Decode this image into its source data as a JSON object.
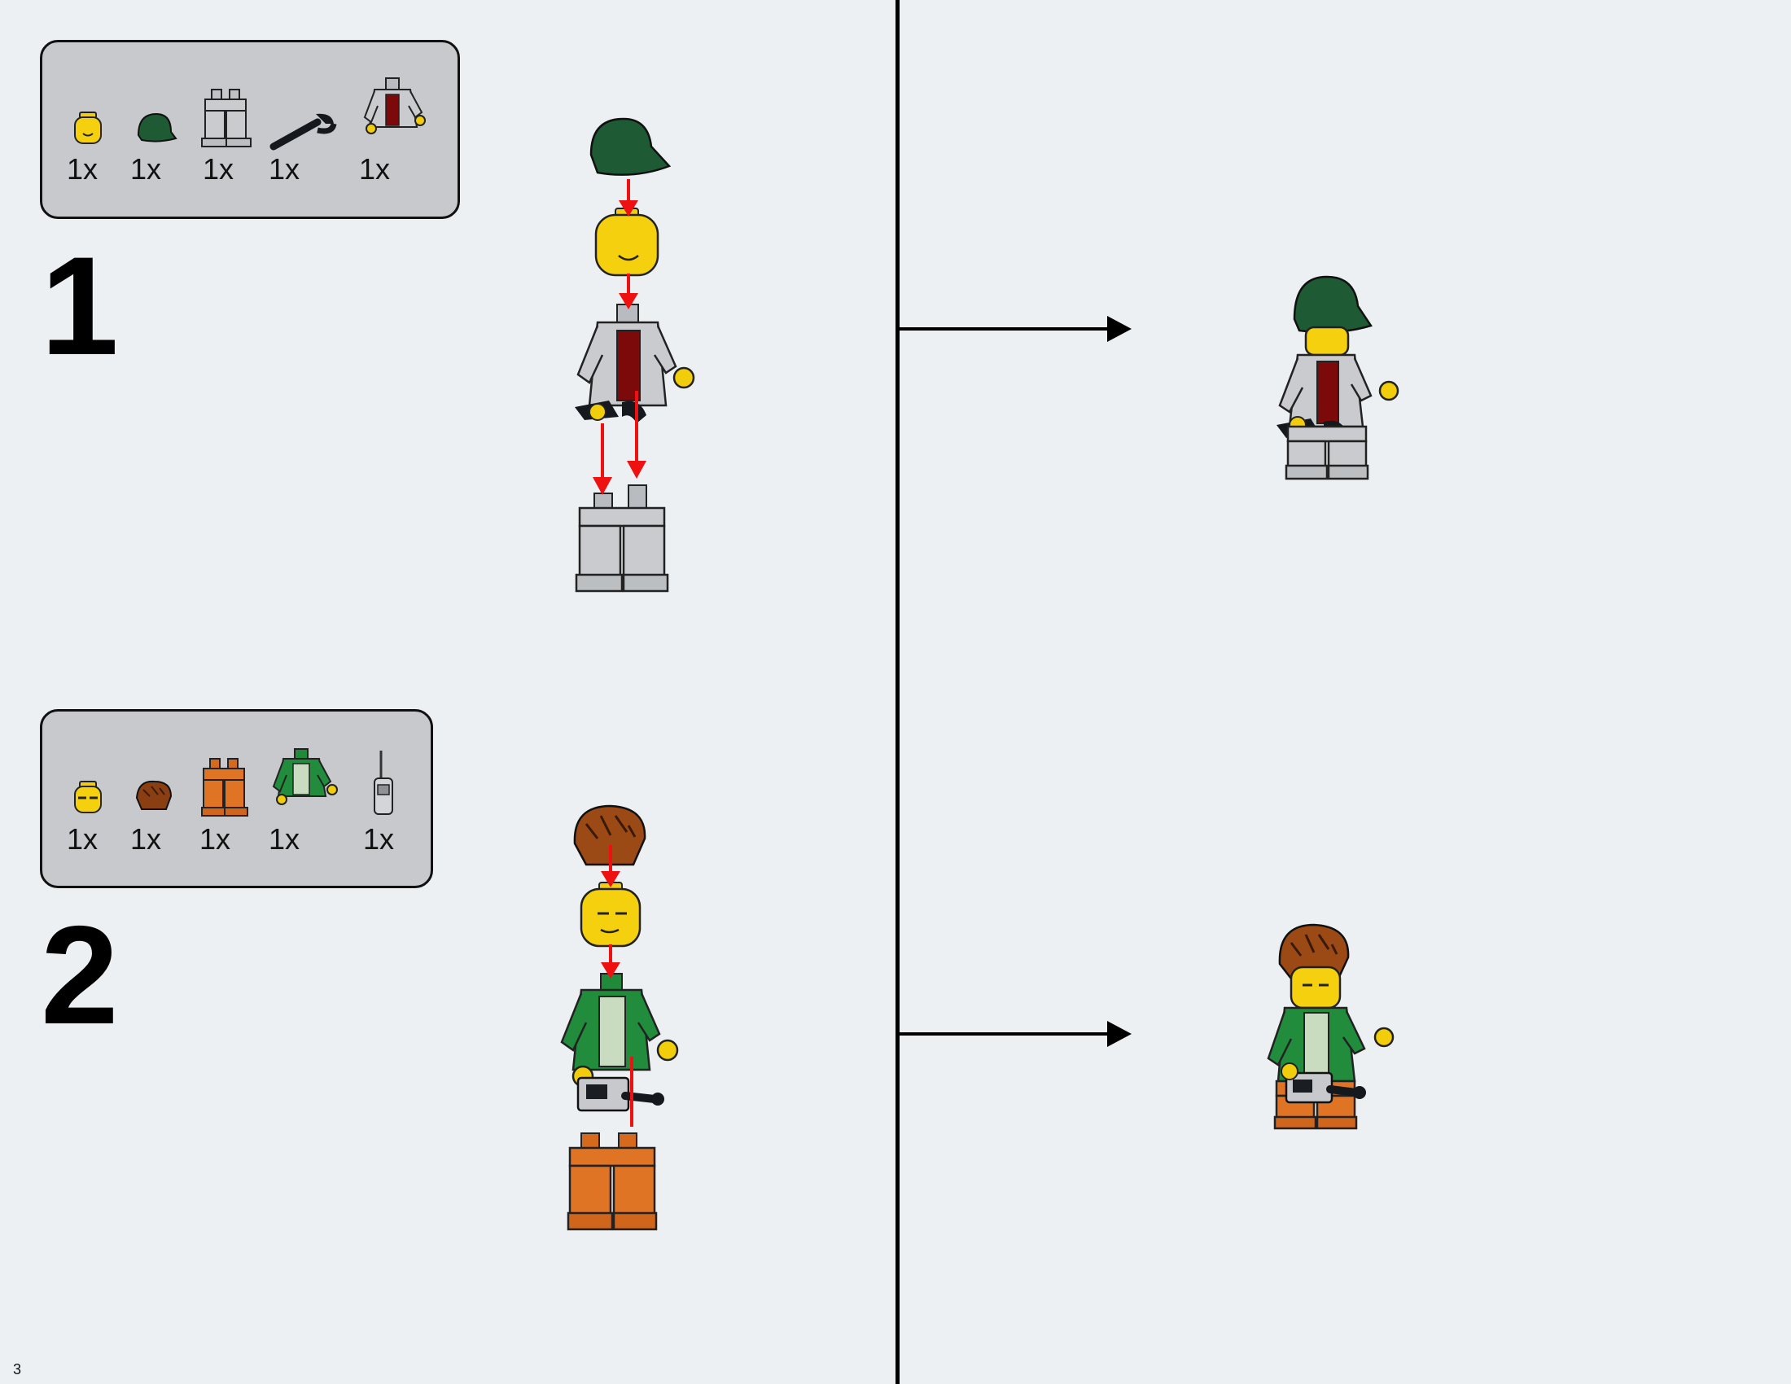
{
  "page": {
    "number": "3"
  },
  "colors": {
    "background": "#edf0f2",
    "panel": "#c7c9cc",
    "assembly_arrow": "#ee1111",
    "result_arrow": "#000000"
  },
  "steps": [
    {
      "number": "1",
      "parts": [
        {
          "icon": "minifig-head-icon",
          "qty": "1x"
        },
        {
          "icon": "green-cap-icon",
          "qty": "1x"
        },
        {
          "icon": "gray-legs-icon",
          "qty": "1x"
        },
        {
          "icon": "wrench-icon",
          "qty": "1x"
        },
        {
          "icon": "gray-hoodie-torso-icon",
          "qty": "1x"
        }
      ]
    },
    {
      "number": "2",
      "parts": [
        {
          "icon": "minifig-head-glasses-icon",
          "qty": "1x"
        },
        {
          "icon": "brown-hair-icon",
          "qty": "1x"
        },
        {
          "icon": "orange-legs-icon",
          "qty": "1x"
        },
        {
          "icon": "green-jacket-torso-icon",
          "qty": "1x"
        },
        {
          "icon": "walkie-talkie-icon",
          "qty": "1x"
        }
      ]
    }
  ]
}
